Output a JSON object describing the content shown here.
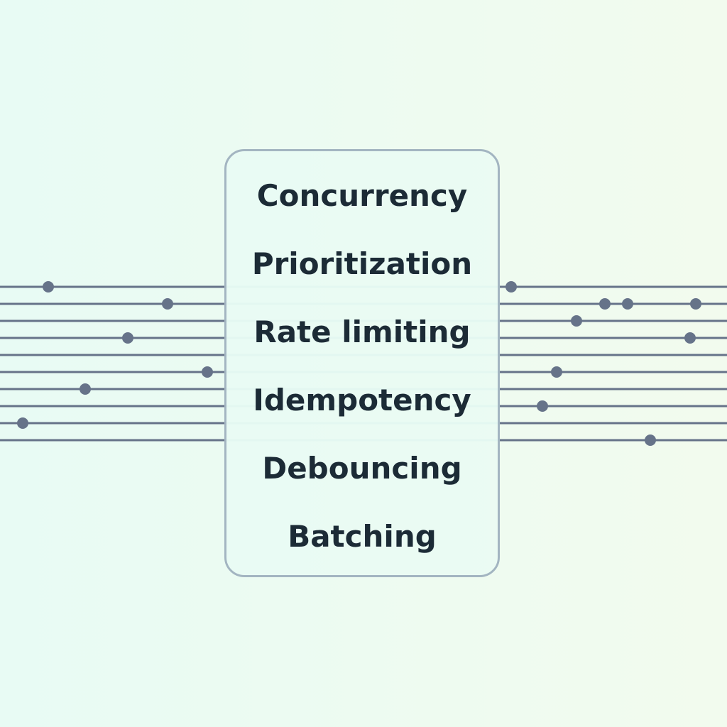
{
  "items": [
    "Concurrency",
    "Prioritization",
    "Rate limiting",
    "Idempotency",
    "Debouncing",
    "Batching"
  ],
  "colors": {
    "line": "#667389",
    "dot": "#667389",
    "box_border": "#a3b5c1",
    "text": "#1c2b36",
    "inner_line": "#dcefeb"
  }
}
